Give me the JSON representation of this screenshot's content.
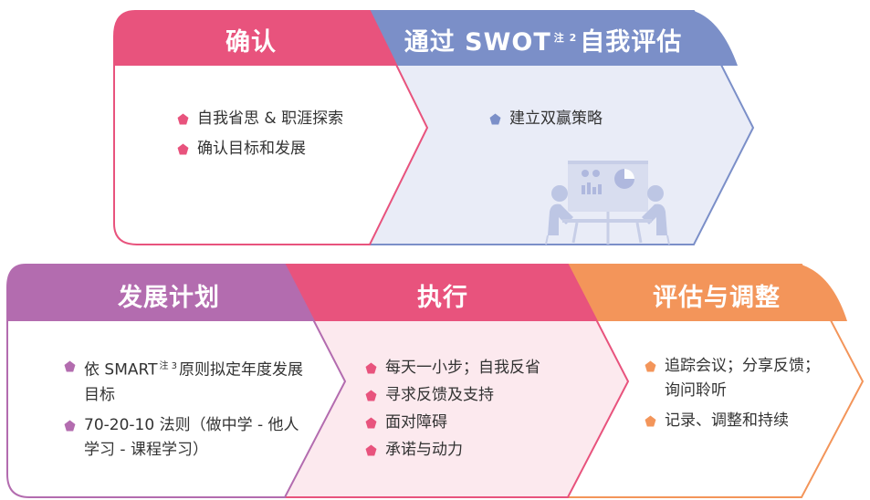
{
  "colors": {
    "pink": "#E8537D",
    "pink_light": "#FCE9EE",
    "blue": "#7B8FC8",
    "blue_light": "#E9ECF7",
    "purple": "#B36CAF",
    "orange": "#F3955A",
    "text": "#333333"
  },
  "top_row": {
    "confirm": {
      "title": "确认",
      "items": [
        "自我省思 & 职涯探索",
        "确认目标和发展"
      ]
    },
    "swot": {
      "title_pre": "通过 SWOT",
      "title_note": "注 2",
      "title_post": "自我评估",
      "items": [
        "建立双赢策略"
      ],
      "illustration": "meeting-presentation-icon"
    }
  },
  "bottom_row": {
    "plan": {
      "title": "发展计划",
      "item1_pre": "依 SMART",
      "item1_note": "注 3",
      "item1_post": "原则拟定年度发展目标",
      "item2": "70-20-10 法则（做中学 - 他人学习 - 课程学习）"
    },
    "execute": {
      "title": "执行",
      "items": [
        "每天一小步；自我反省",
        "寻求反馈及支持",
        "面对障碍",
        "承诺与动力"
      ]
    },
    "evaluate": {
      "title": "评估与调整",
      "items": [
        "追踪会议；分享反馈；询问聆听",
        "记录、调整和持续"
      ]
    }
  }
}
